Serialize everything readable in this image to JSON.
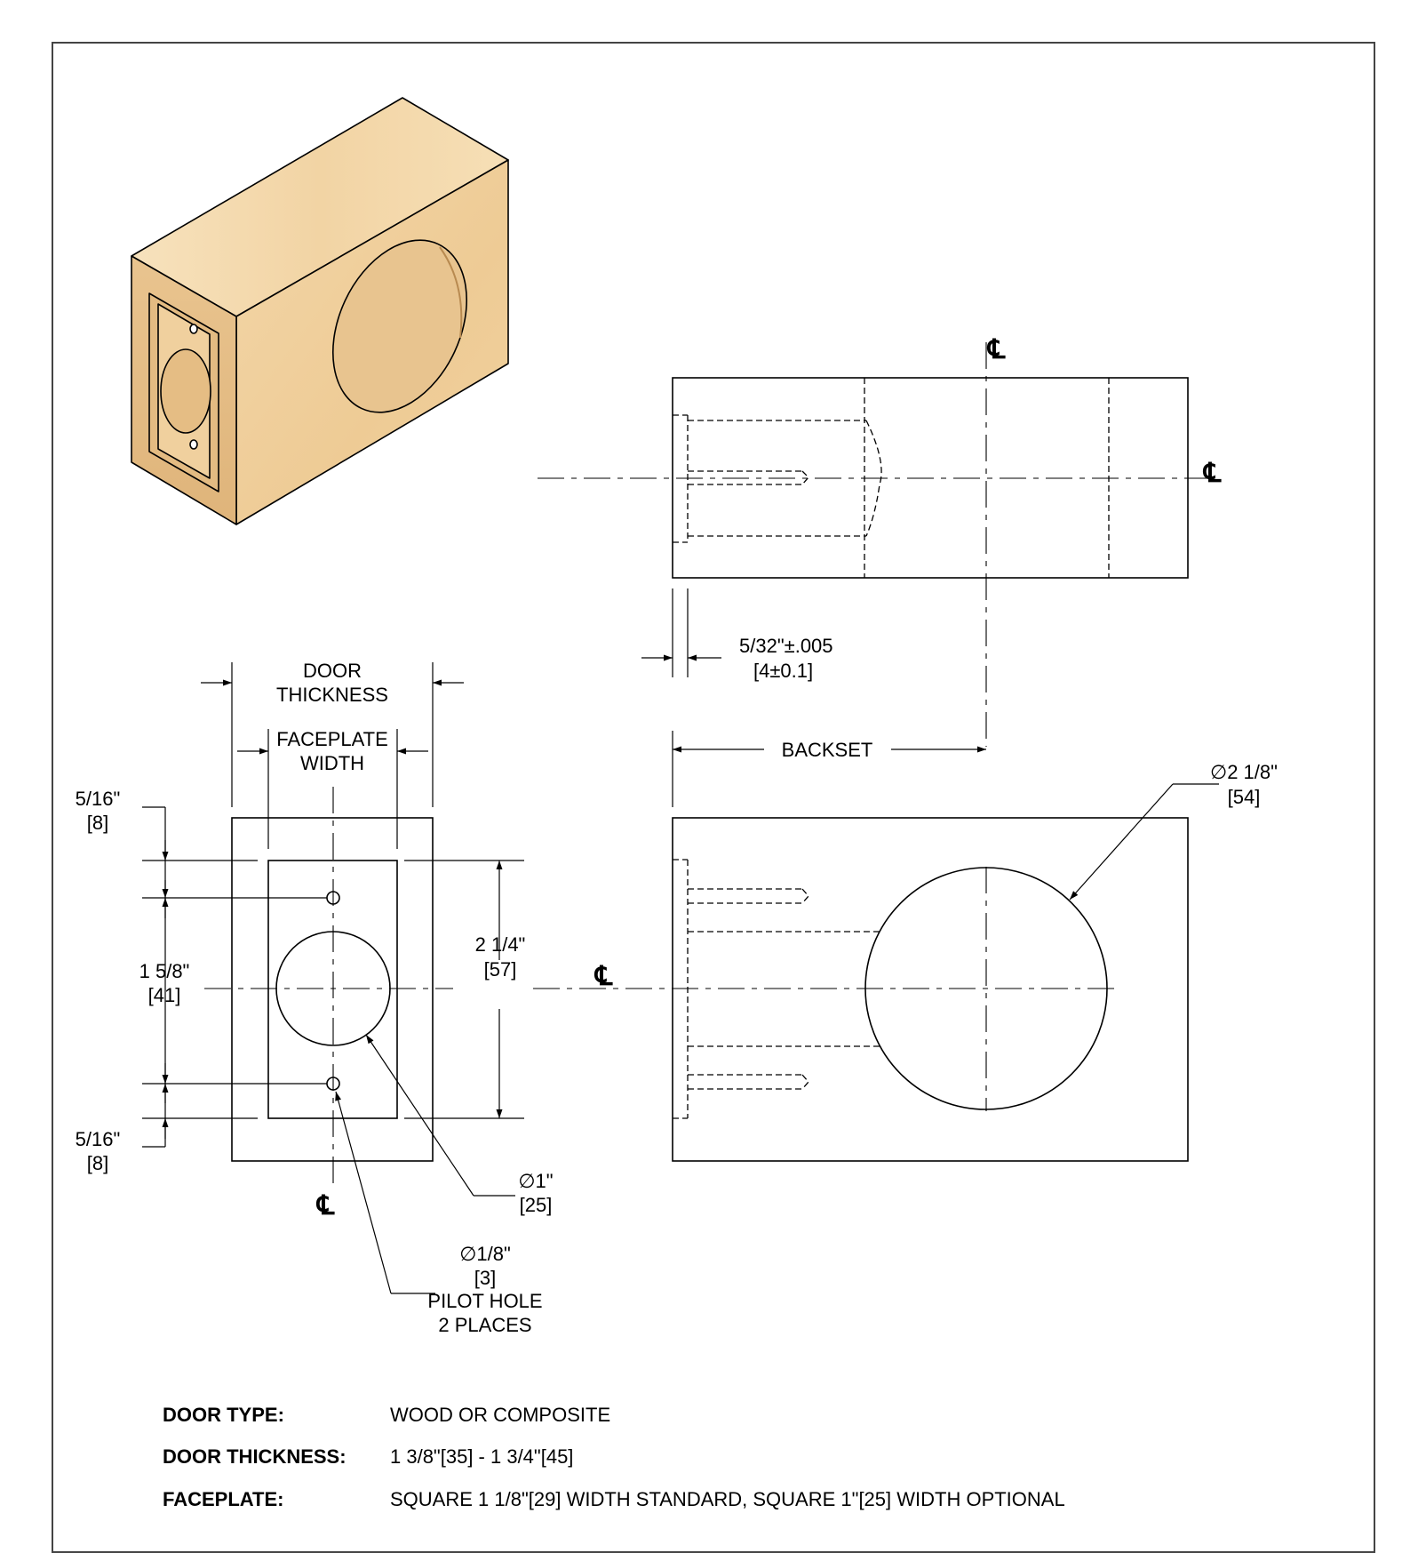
{
  "centerline_symbol": "℄",
  "colors": {
    "line": "#000000",
    "wood_front": "#f0d3a4",
    "wood_side": "#e7c08b",
    "wood_top": "#f5ddb4",
    "border": "#444444"
  },
  "top_view": {
    "dim_edge": {
      "value": "5/32\"±.005",
      "metric": "[4±0.1]"
    }
  },
  "side_view": {
    "backset_label": "BACKSET",
    "bore_dia": {
      "value": "∅2 1/8\"",
      "metric": "[54]"
    }
  },
  "edge_view": {
    "door_thickness_label": [
      "DOOR",
      "THICKNESS"
    ],
    "faceplate_width_label": [
      "FACEPLATE",
      "WIDTH"
    ],
    "dim_top_offset": {
      "value": "5/16\"",
      "metric": "[8]"
    },
    "dim_hole_spacing": {
      "value": "1 5/8\"",
      "metric": "[41]"
    },
    "dim_bottom_offset": {
      "value": "5/16\"",
      "metric": "[8]"
    },
    "dim_faceplate_height": {
      "value": "2 1/4\"",
      "metric": "[57]"
    },
    "latch_dia": {
      "value": "∅1\"",
      "metric": "[25]"
    },
    "pilot_hole": {
      "value": "∅1/8\"",
      "metric": "[3]",
      "note": [
        "PILOT HOLE",
        "2 PLACES"
      ]
    }
  },
  "specs": [
    {
      "label": "DOOR TYPE:",
      "value": "WOOD OR COMPOSITE"
    },
    {
      "label": "DOOR THICKNESS:",
      "value": "1 3/8\"[35] - 1 3/4\"[45]"
    },
    {
      "label": "FACEPLATE:",
      "value": "SQUARE 1 1/8\"[29] WIDTH STANDARD, SQUARE 1\"[25] WIDTH OPTIONAL"
    }
  ]
}
